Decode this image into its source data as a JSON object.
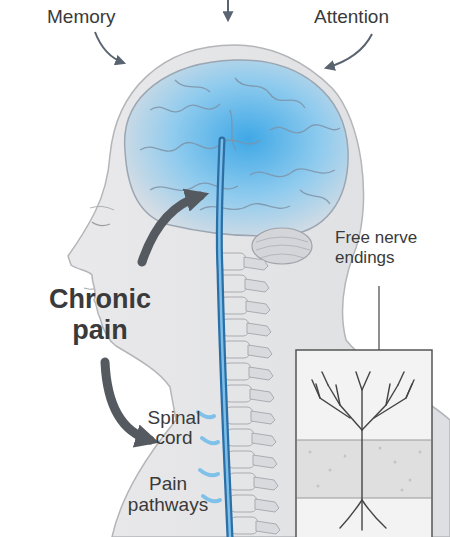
{
  "diagram": {
    "labels": [
      "Memory",
      "Attention",
      "Chronic pain",
      "Spinal cord",
      "Pain pathways",
      "Free nerve endings"
    ]
  }
}
